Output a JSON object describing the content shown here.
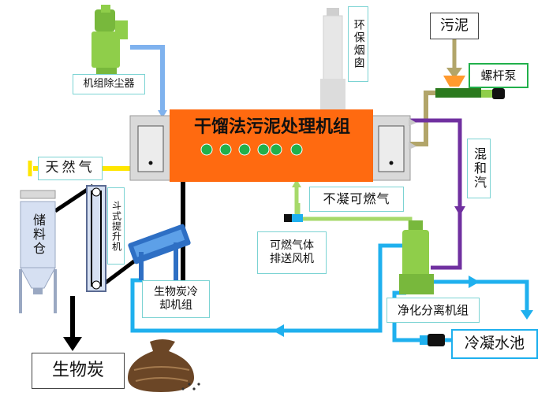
{
  "labels": {
    "dust_collector": "机组除尘器",
    "chimney": "环保烟囱",
    "sludge": "污泥",
    "screw_pump": "螺杆泵",
    "unit_title": "干馏法污泥处理机组",
    "natural_gas": "天然气",
    "mixed_steam": "混和汽",
    "noncondensable_gas": "不凝可燃气",
    "gas_fan": "可燃气体\n排送风机",
    "storage_bin": "储料仓",
    "bucket_elevator": "斗式提升机",
    "biochar_cooler": "生物炭冷\n却机组",
    "purification_unit": "净化分离机组",
    "condensate_pool": "冷凝水池",
    "biochar": "生物炭"
  },
  "colors": {
    "reactor": "#ff6a10",
    "machine_green": "#8fce4a",
    "pipe_blue_light": "#7fb2ee",
    "pipe_blue": "#1fb0ee",
    "pipe_yellow": "#ffe600",
    "pipe_olive": "#b2a56a",
    "pipe_purple": "#7030a0",
    "pipe_green": "#a6d96a",
    "pipe_black": "#000000",
    "label_border": "#7bd3d3"
  }
}
